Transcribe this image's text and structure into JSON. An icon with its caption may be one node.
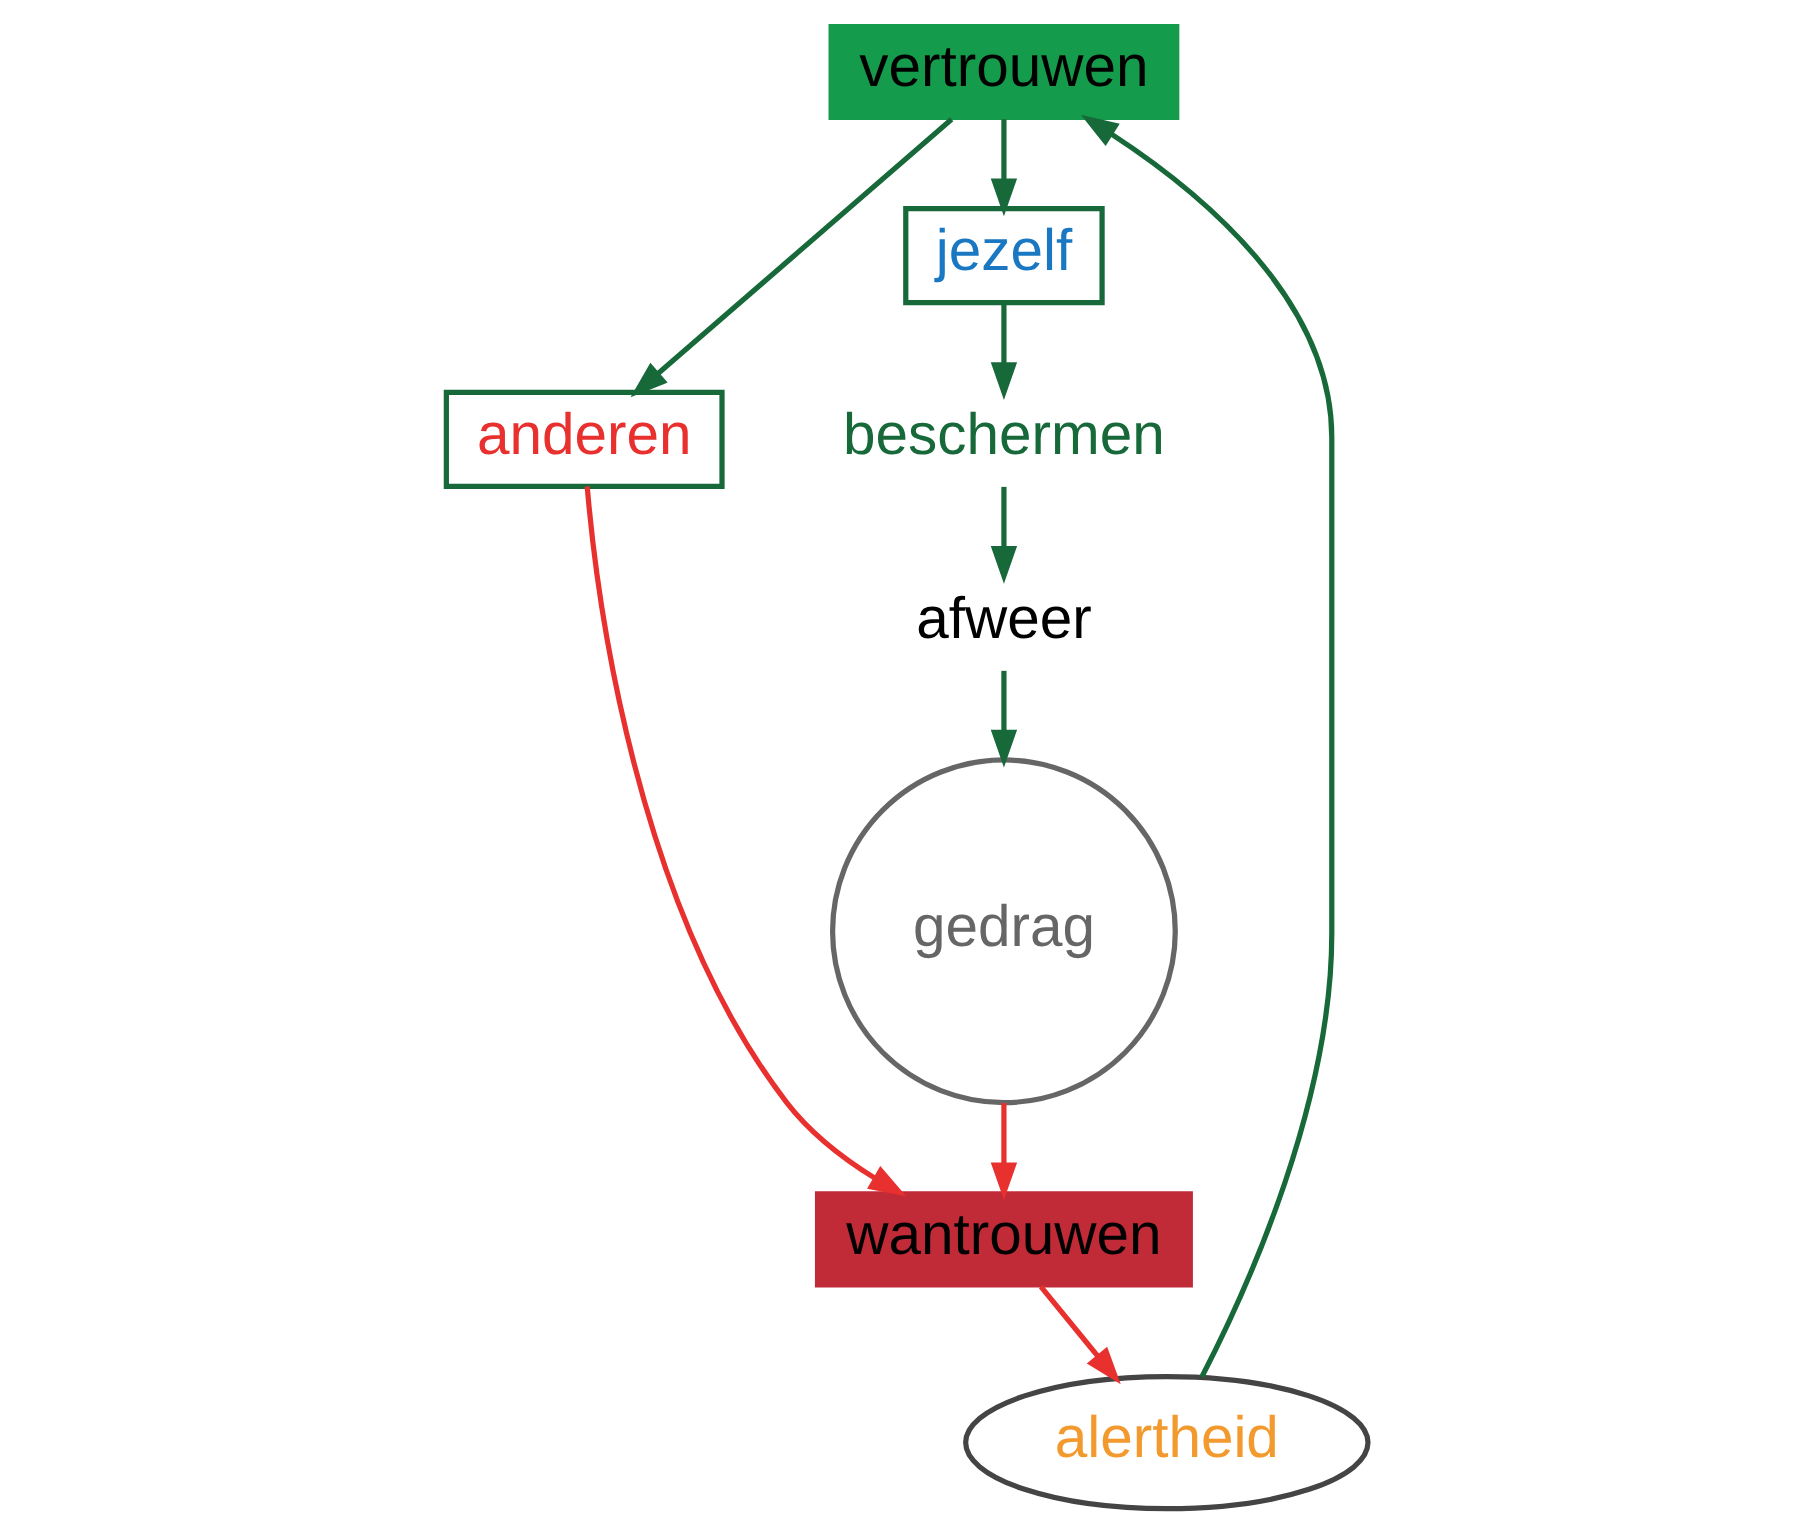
{
  "diagram": {
    "nodes": [
      {
        "text": [
          "vertrouwen"
        ]
      },
      {
        "text": [
          "alertheid"
        ]
      },
      {
        "text": [
          "anderen"
        ]
      },
      {
        "text": [
          "jezelf"
        ]
      },
      {
        "text": [
          "wantrouwen"
        ]
      },
      {
        "text": [
          "beschermen"
        ]
      },
      {
        "text": [
          "gedrag"
        ]
      },
      {
        "text": [
          "afweer"
        ]
      }
    ],
    "edges": [
      {
        "from": 0,
        "to": 2,
        "arrow": "to"
      },
      {
        "from": 0,
        "to": 3,
        "arrow": "to"
      },
      {
        "from": 3,
        "to": 5,
        "arrow": "to"
      },
      {
        "from": 5,
        "to": 7,
        "arrow": "to"
      },
      {
        "from": 7,
        "to": 6,
        "arrow": "to"
      },
      {
        "from": 6,
        "to": 4,
        "arrow": "to",
        "color": "#e8302f"
      },
      {
        "from": 4,
        "to": 1,
        "arrow": "to",
        "color": "#e8302f"
      },
      {
        "from": 1,
        "to": 0,
        "arrow": "to"
      },
      {
        "from": 2,
        "to": 4,
        "arrow": "to",
        "color": "#e8302f"
      }
    ]
  }
}
